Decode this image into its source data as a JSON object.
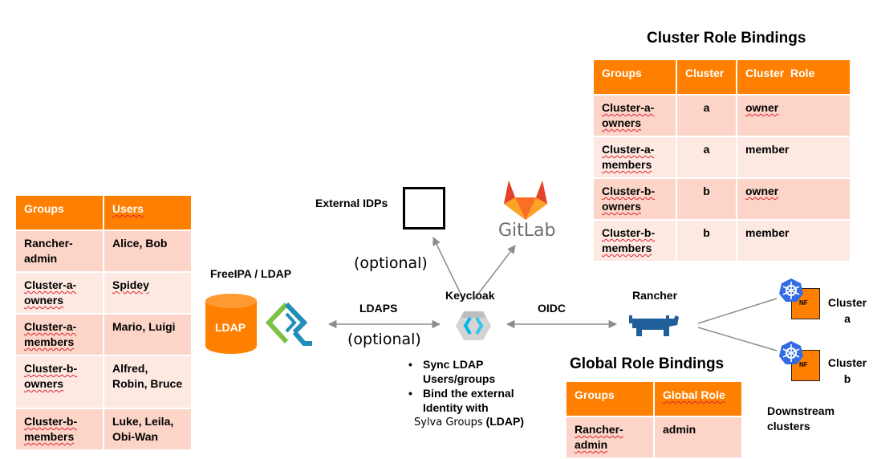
{
  "cluster_rb": {
    "title": "Cluster Role Bindings",
    "headers": [
      "Groups",
      "Cluster",
      "Cluster  Role"
    ],
    "rows": [
      [
        "Cluster-a-owners",
        "a",
        "owner"
      ],
      [
        "Cluster-a-members",
        "a",
        "member"
      ],
      [
        "Cluster-b-owners",
        "b",
        "owner"
      ],
      [
        "Cluster-b-members",
        "b",
        "member"
      ]
    ]
  },
  "users_table": {
    "headers": [
      "Groups",
      "Users"
    ],
    "rows": [
      [
        "Rancher-admin",
        "Alice, Bob"
      ],
      [
        "Cluster-a-owners",
        "Spidey"
      ],
      [
        "Cluster-a-members",
        "Mario, Luigi"
      ],
      [
        "Cluster-b-owners",
        "Alfred, Robin, Bruce"
      ],
      [
        "Cluster-b-members",
        "Luke, Leila, Obi-Wan"
      ]
    ]
  },
  "global_rb": {
    "title": "Global Role Bindings",
    "headers": [
      "Groups",
      "Global Role"
    ],
    "rows": [
      [
        "Rancher-admin",
        "admin"
      ]
    ]
  },
  "labels": {
    "external_idps": "External IDPs",
    "gitlab": "GitLab",
    "optional_top": "(optional)",
    "optional_bottom": "(optional)",
    "freeipa": "FreeIPA / LDAP",
    "ldap_cyl": "LDAP",
    "ldaps": "LDAPS",
    "keycloak": "Keycloak",
    "oidc": "OIDC",
    "rancher": "Rancher",
    "cluster_a_1": "Cluster",
    "cluster_a_2": "a",
    "cluster_b_1": "Cluster",
    "cluster_b_2": "b",
    "nf": "NF",
    "downstream_1": "Downstream",
    "downstream_2": "clusters"
  },
  "bullets": {
    "b1_line1": "Sync LDAP",
    "b1_line2": "Users/groups",
    "b2_line1": "Bind the external",
    "b2_line2": "Identity with",
    "b2_line3_plain": "Sylva Groups",
    "b2_line3_bold": "(LDAP)"
  },
  "colors": {
    "orange": "#ff7f00",
    "row_dark": "#fcd5c8",
    "row_light": "#fde9e2",
    "rancher_blue": "#1f5f9a",
    "k8s_blue": "#326ce5",
    "arrow_gray": "#8c8c8c"
  }
}
